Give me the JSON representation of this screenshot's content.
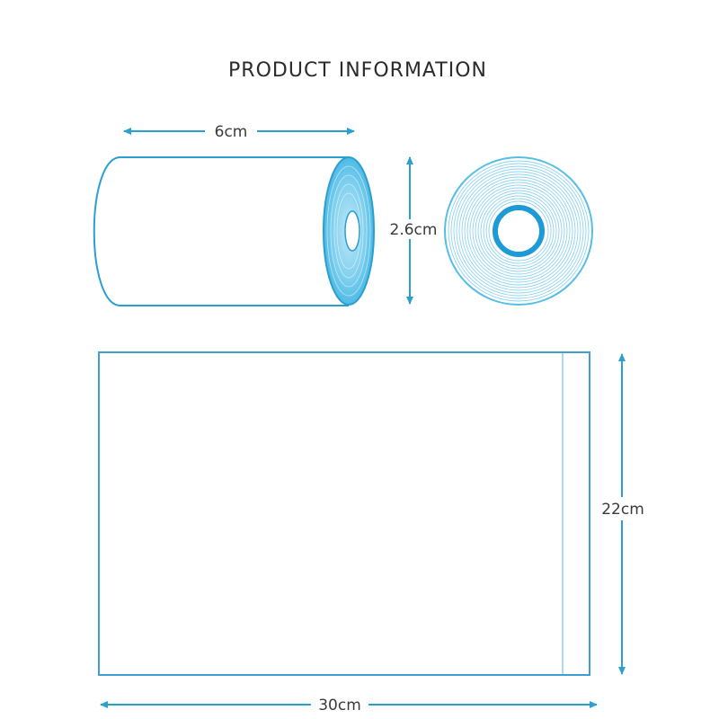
{
  "title": "PRODUCT INFORMATION",
  "colors": {
    "outline": "#2a9fd0",
    "arrow": "#2a9fd0",
    "roll_face": "#6cc6ea",
    "roll_core": "#ffffff",
    "text": "#3a3a3a",
    "sheet_edge": "#5aaedb"
  },
  "dimensions": {
    "roll_length": "6cm",
    "roll_core_height": "2.6cm",
    "sheet_height": "22cm",
    "sheet_width": "30cm"
  }
}
